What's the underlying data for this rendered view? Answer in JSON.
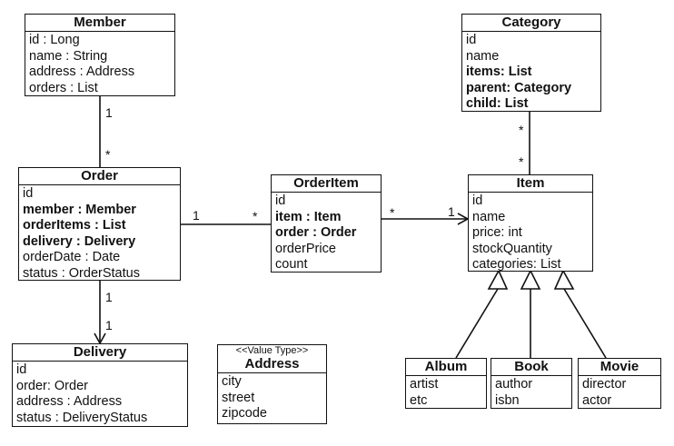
{
  "classes": {
    "member": {
      "name": "Member",
      "attrs": [
        "id : Long",
        "name : String",
        "address : Address",
        "orders : List"
      ]
    },
    "category": {
      "name": "Category",
      "attrs": [
        "id",
        "name",
        "items: List",
        "parent: Category",
        "child: List"
      ]
    },
    "order": {
      "name": "Order",
      "attrs": [
        "id",
        "member : Member",
        "orderItems : List",
        "delivery : Delivery",
        "orderDate : Date",
        "status : OrderStatus"
      ]
    },
    "orderitem": {
      "name": "OrderItem",
      "attrs": [
        "id",
        "item : Item",
        "order : Order",
        "orderPrice",
        "count"
      ]
    },
    "item": {
      "name": "Item",
      "attrs": [
        "id",
        "name",
        "price: int",
        "stockQuantity",
        "categories: List"
      ]
    },
    "delivery": {
      "name": "Delivery",
      "attrs": [
        "id",
        "order: Order",
        "address : Address",
        "status : DeliveryStatus"
      ]
    },
    "address": {
      "stereotype": "<<Value Type>>",
      "name": "Address",
      "attrs": [
        "city",
        "street",
        "zipcode"
      ]
    },
    "album": {
      "name": "Album",
      "attrs": [
        "artist",
        "etc"
      ]
    },
    "book": {
      "name": "Book",
      "attrs": [
        "author",
        "isbn"
      ]
    },
    "movie": {
      "name": "Movie",
      "attrs": [
        "director",
        "actor"
      ]
    }
  },
  "multiplicities": {
    "member_order_top": "1",
    "member_order_bottom": "*",
    "order_orderitem_left": "1",
    "order_orderitem_right": "*",
    "orderitem_item_left": "*",
    "orderitem_item_right": "1",
    "category_item_top": "*",
    "category_item_bottom": "*",
    "order_delivery_top": "1",
    "order_delivery_bottom": "1"
  }
}
